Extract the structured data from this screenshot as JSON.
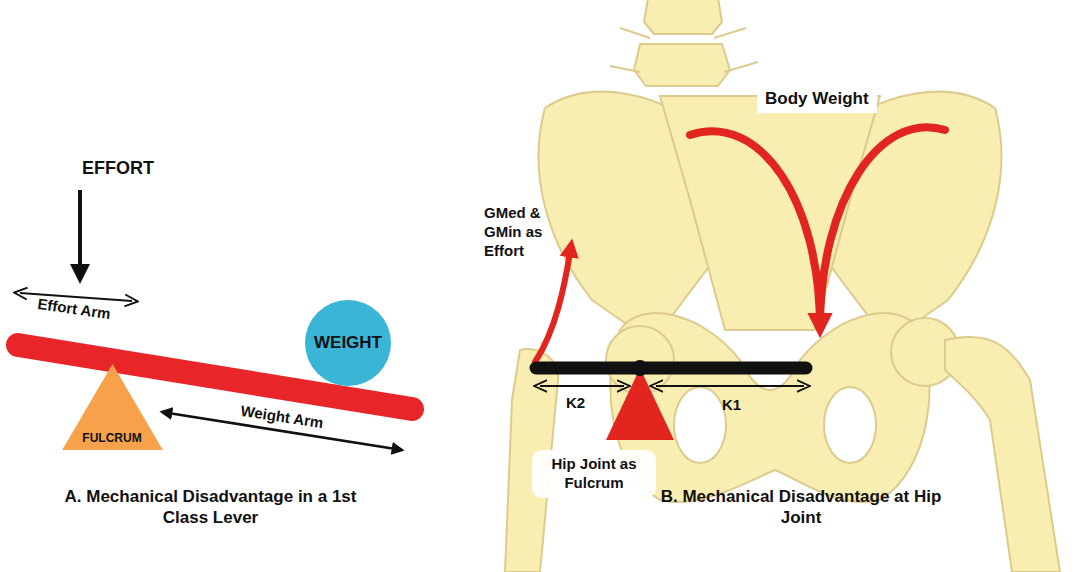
{
  "diagram": {
    "nodes": [
      {
        "text": [
          "WEIGHT"
        ]
      },
      {
        "text": [
          "FULCRUM"
        ]
      }
    ],
    "labels": [
      "EFFORT",
      "Effort Arm",
      "Weight Arm",
      "A. Mechanical Disadvantage in a 1st Class Lever",
      "Body Weight",
      "GMed & GMin as Effort",
      "K2",
      "K1",
      "Hip Joint as Fulcrum",
      "B. Mechanical Disadvantage at Hip Joint"
    ]
  }
}
